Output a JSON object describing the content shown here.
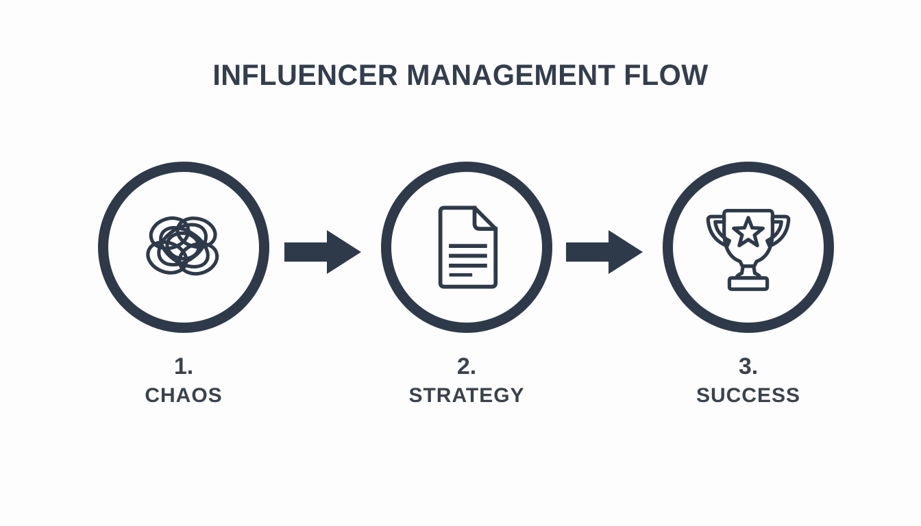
{
  "title": "INFLUENCER MANAGEMENT FLOW",
  "steps": [
    {
      "number": "1.",
      "label": "CHAOS",
      "icon": "chaos-tangle-icon"
    },
    {
      "number": "2.",
      "label": "STRATEGY",
      "icon": "document-icon"
    },
    {
      "number": "3.",
      "label": "SUCCESS",
      "icon": "trophy-icon"
    }
  ],
  "arrows": [
    {
      "name": "flow-arrow-1",
      "direction": "right"
    },
    {
      "name": "flow-arrow-2",
      "direction": "right"
    }
  ],
  "colors": {
    "ink": "#2e3a49",
    "title_text": "#333e4d",
    "label_text": "#3a424c",
    "background": "#fdfdfd"
  }
}
